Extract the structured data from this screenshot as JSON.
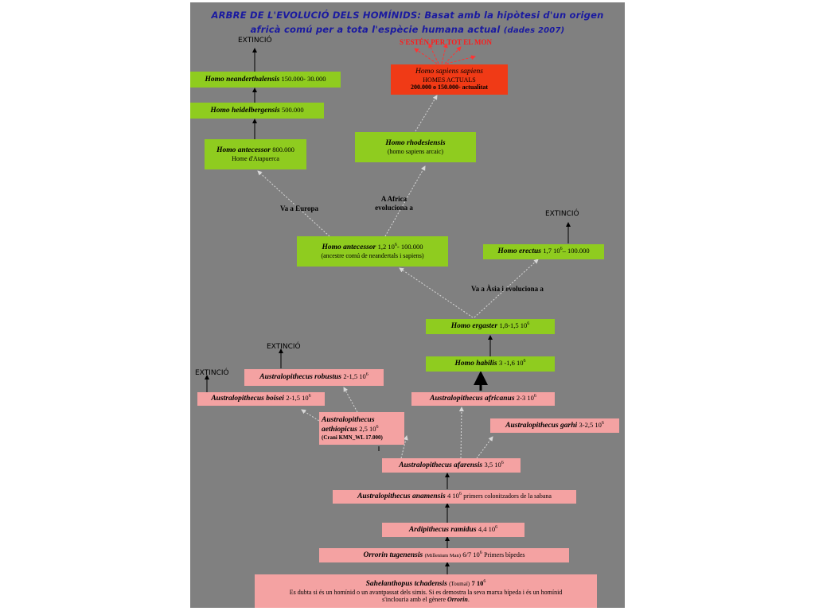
{
  "title": {
    "line1": "ARBRE DE L'EVOLUCIÓ DELS HOMÍNIDS: Basat amb la hipòtesi d'un origen",
    "line2": "africà comú per a tota l'espècie humana actual",
    "line2_suffix": "(dades 2007)"
  },
  "labels": {
    "extincio": "EXTINCIÓ",
    "spreads": "S'ESTÉN PER TOT EL MON",
    "to_europe": "Va a  Europa",
    "to_africa_1": "A Africa",
    "to_africa_2": "evoluciona a",
    "to_asia": "Va a Àsia  i evoluciona a"
  },
  "species": {
    "neanderthalensis": {
      "name": "Homo neanderthalensis",
      "date": "150.000- 30.000"
    },
    "heidelbergensis": {
      "name": "Homo heidelbergensis",
      "date": "500.000"
    },
    "antecessor_eu": {
      "name": "Homo antecessor",
      "date": "800.000",
      "note": "Home d'Atapuerca"
    },
    "sapiens": {
      "name": "Homo sapiens sapiens",
      "line2": "HOMES ACTUALS",
      "line3": "200.000 o 150.000- actualitat"
    },
    "rhodesiensis": {
      "name": "Homo rhodesiensis",
      "note": "(homo sapiens arcaic)"
    },
    "antecessor": {
      "name": "Homo antecessor",
      "date_a": "1,2 10",
      "exp": "6",
      "date_b": "- 100.000",
      "note": "(ancestre comú de neandertals i sapiens)"
    },
    "erectus": {
      "name": "Homo erectus",
      "date_a": "1,7 10",
      "exp": "6",
      "date_b": "– 100.000"
    },
    "ergaster": {
      "name": "Homo ergaster",
      "date_a": "1,8-1,5  10",
      "exp": "6"
    },
    "habilis": {
      "name": "Homo habilis",
      "date_a": "3 -1,6  10",
      "exp": "6"
    },
    "robustus": {
      "name": "Australopithecus robustus",
      "date_a": "2-1,5 10",
      "exp": "6"
    },
    "boisei": {
      "name": "Australopithecus boisei",
      "date_a": "2-1,5 10",
      "exp": "6"
    },
    "aethiopicus": {
      "name1": "Australopithecus",
      "name2": "aethiopicus",
      "date_a": "2,5 10",
      "exp": "6",
      "note": "(Crani KMN_WL 17.000)"
    },
    "africanus": {
      "name": "Australopithecus africanus",
      "date_a": "2-3  10",
      "exp": "6"
    },
    "garhi": {
      "name": "Australopithecus garhi",
      "date_a": "3-2,5  10",
      "exp": "6"
    },
    "afarensis": {
      "name": "Australopithecus afarensis",
      "date_a": "3,5  10",
      "exp": "6"
    },
    "anamensis": {
      "name": "Australopithecus anamensis",
      "date_a": "4  10",
      "exp": "6",
      "note": "primers colonitzadors de la sabana"
    },
    "ramidus": {
      "name": "Ardipithecus ramidus",
      "date_a": "4,4  10",
      "exp": "6"
    },
    "tugenensis": {
      "name": "Orrorin tugenensis",
      "paren": "(Millenium Man)",
      "date_a": "6/7 10",
      "exp": "6",
      "note": "Primers bípedes"
    },
    "tchadensis": {
      "name": "Sahelanthopus tchadensis",
      "paren": "(Toumaï)",
      "date_a": "7 10",
      "exp": "6",
      "note1": "Es dubta si és un homínid o un avantpassat dels simis. Si es demostra la seva marxa bípeda i és un homínid",
      "note2": "s'inclouria amb el gènere",
      "note2_genus": "Orrorin"
    }
  }
}
